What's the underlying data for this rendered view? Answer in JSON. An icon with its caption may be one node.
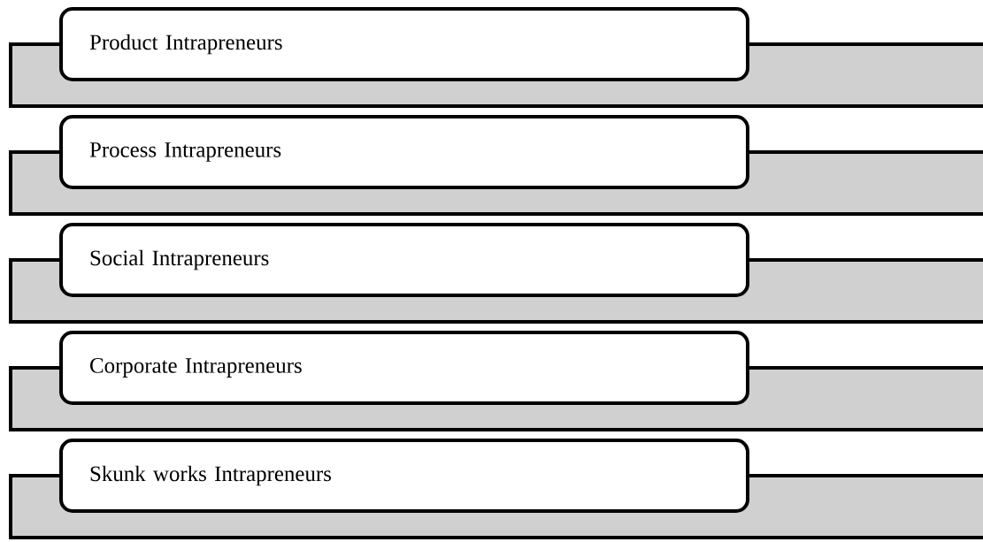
{
  "diagram": {
    "nodes": [
      {
        "text": [
          "Product Intrapreneurs"
        ]
      },
      {
        "text": [
          "Process Intrapreneurs"
        ]
      },
      {
        "text": [
          "Social Intrapreneurs"
        ]
      },
      {
        "text": [
          "Corporate Intrapreneurs"
        ]
      },
      {
        "text": [
          "Skunk works Intrapreneurs"
        ]
      }
    ]
  }
}
